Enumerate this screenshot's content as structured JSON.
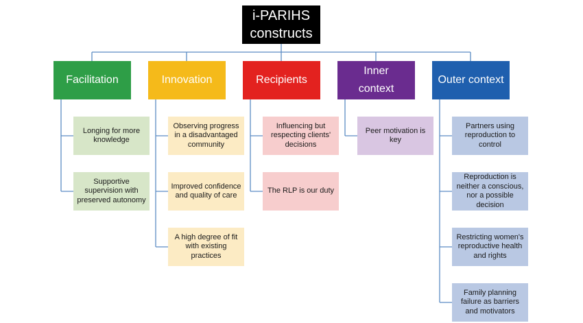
{
  "root": {
    "line1": "i-PARIHS",
    "line2": "constructs"
  },
  "columns": [
    {
      "heading": "Facilitation",
      "color": "#2E9E47",
      "leaf_color": "#D7E6C8",
      "items": [
        "Longing for more knowledge",
        "Supportive supervision with preserved autonomy"
      ]
    },
    {
      "heading": "Innovation",
      "color": "#F5BA1A",
      "leaf_color": "#FCEBC4",
      "items": [
        "Observing progress in a disadvantaged community",
        "Improved confidence and quality of care",
        "A high degree of fit with existing practices"
      ]
    },
    {
      "heading": "Recipients",
      "color": "#E3221F",
      "leaf_color": "#F7CDCD",
      "items": [
        "Influencing but respecting clients' decisions",
        "The RLP is our duty"
      ]
    },
    {
      "heading": "Inner context",
      "color": "#6A2C8F",
      "leaf_color": "#D9C6E2",
      "items": [
        "Peer motivation is key"
      ]
    },
    {
      "heading": "Outer context",
      "color": "#1F5FAE",
      "leaf_color": "#B9C8E3",
      "items": [
        "Partners using reproduction to control",
        "Reproduction is neither a conscious, nor a possible decision",
        "Restricting women's reproductive health and rights",
        "Family planning failure as barriers and motivators"
      ]
    }
  ]
}
